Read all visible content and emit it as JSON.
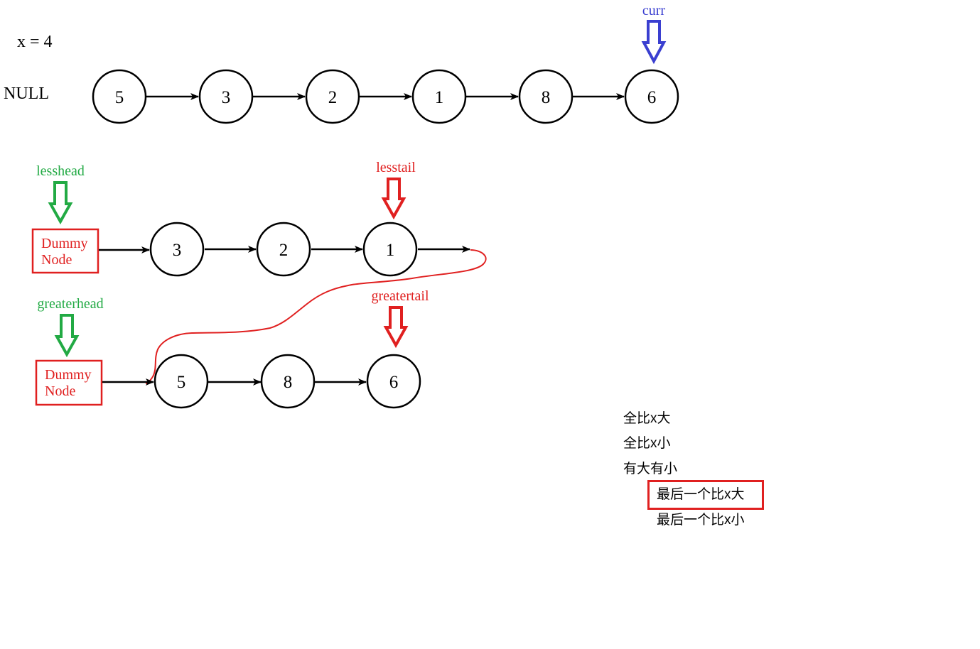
{
  "variable_label": "x = 4",
  "null_label": "NULL",
  "pointers": {
    "curr": "curr",
    "lesshead": "lesshead",
    "lesstail": "lesstail",
    "greaterhead": "greaterhead",
    "greatertail": "greatertail"
  },
  "original_list": [
    "5",
    "3",
    "2",
    "1",
    "8",
    "6"
  ],
  "less_list": {
    "dummy_line1": "Dummy",
    "dummy_line2": "Node",
    "nodes": [
      "3",
      "2",
      "1"
    ]
  },
  "greater_list": {
    "dummy_line1": "Dummy",
    "dummy_line2": "Node",
    "nodes": [
      "5",
      "8",
      "6"
    ]
  },
  "notes": {
    "case1": "全比x大",
    "case2": "全比x小",
    "case3": "有大有小",
    "sub1": "最后一个比x大",
    "sub2": "最后一个比x小"
  },
  "colors": {
    "blue": "#3a3fd0",
    "green": "#22aa44",
    "red": "#e02020",
    "black": "#000000"
  }
}
